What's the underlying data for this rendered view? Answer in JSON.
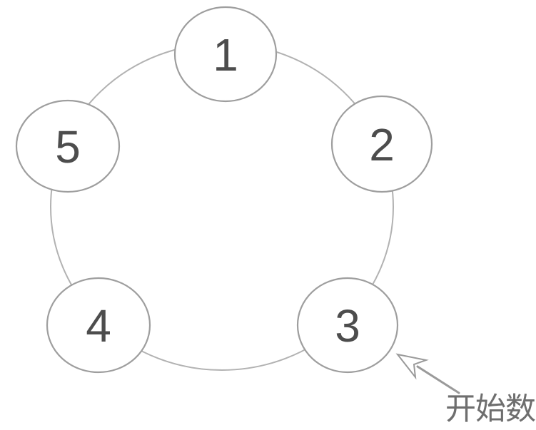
{
  "nodes": [
    {
      "id": "node-1",
      "label": "1"
    },
    {
      "id": "node-2",
      "label": "2"
    },
    {
      "id": "node-3",
      "label": "3"
    },
    {
      "id": "node-4",
      "label": "4"
    },
    {
      "id": "node-5",
      "label": "5"
    }
  ],
  "annotation": {
    "label": "开始数",
    "points_to_node": "3"
  },
  "colors": {
    "background": "#ffffff",
    "ring_stroke": "#b2b2b2",
    "node_stroke": "#9e9e9e",
    "node_fill": "#ffffff",
    "number_text": "#4d4d4d",
    "arrow": "#9a9a9a",
    "annotation_text": "#6e6e6e"
  }
}
